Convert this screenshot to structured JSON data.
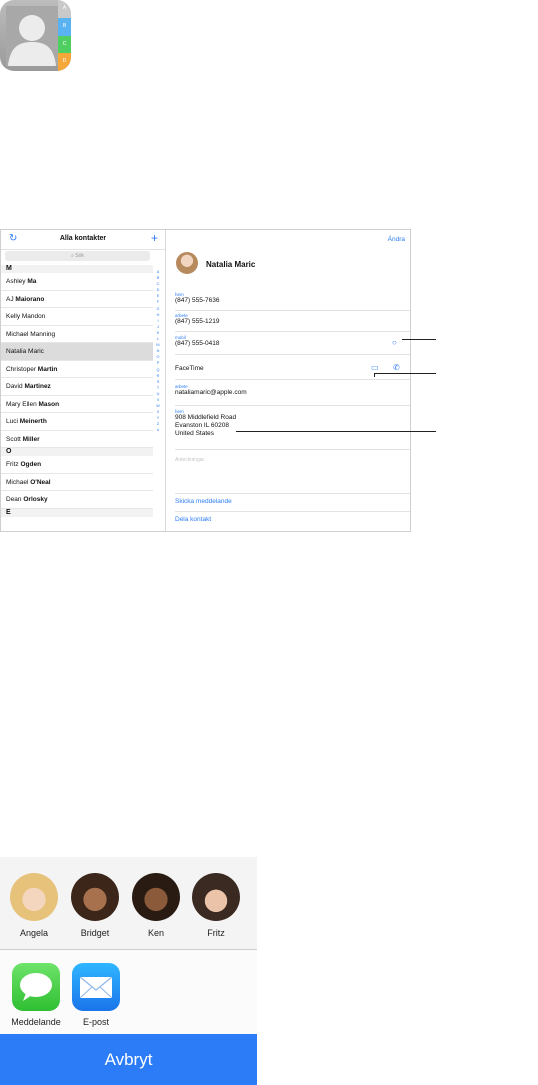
{
  "icon": {
    "tabs": [
      "A",
      "B",
      "C",
      "D"
    ],
    "tab_colors": [
      "#c9c9c9",
      "#59b2f2",
      "#4fcf62",
      "#f6a73a"
    ]
  },
  "list": {
    "title": "Alla kontakter",
    "search_placeholder": "Sök",
    "rows": [
      {
        "type": "header",
        "text": "M"
      },
      {
        "first": "Ashley ",
        "last": "Ma"
      },
      {
        "first": "AJ ",
        "last": "Maiorano"
      },
      {
        "first": "Kelly Mandon",
        "last": ""
      },
      {
        "first": "Michael Manning",
        "last": ""
      },
      {
        "first": "Natalia Maric",
        "last": "",
        "selected": true
      },
      {
        "first": "Christoper ",
        "last": "Martin"
      },
      {
        "first": "David ",
        "last": "Martinez"
      },
      {
        "first": "Mary Ellen ",
        "last": "Mason"
      },
      {
        "first": "Luci ",
        "last": "Meinerth"
      },
      {
        "first": "Scott ",
        "last": "Miller"
      },
      {
        "type": "header",
        "text": "O"
      },
      {
        "first": "Fritz ",
        "last": "Ogden"
      },
      {
        "first": "Michael ",
        "last": "O'Neal"
      },
      {
        "first": "Dean ",
        "last": "Orlosky"
      },
      {
        "type": "header",
        "text": "E"
      }
    ],
    "index_letters": [
      "A",
      "B",
      "C",
      "D",
      "E",
      "F",
      "G",
      "H",
      "I",
      "J",
      "K",
      "L",
      "M",
      "N",
      "O",
      "P",
      "Q",
      "R",
      "S",
      "T",
      "U",
      "V",
      "W",
      "X",
      "Y",
      "Z",
      "#"
    ]
  },
  "detail": {
    "edit_label": "Ändra",
    "name": "Natalia Maric",
    "home_label": "hem",
    "home_phone": "(847) 555-7636",
    "work_label": "arbete",
    "work_phone": "(847) 555-1219",
    "mobile_label": "mobil",
    "mobile_phone": "(847) 555-0418",
    "facetime_label": "FaceTime",
    "email_label": "arbete",
    "email": "nataliamaric@apple.com",
    "address_label": "hem",
    "address_line1": "908 Middlefield Road",
    "address_line2": "Evanston IL 60208",
    "address_line3": "United States",
    "notes_placeholder": "Anteckningar",
    "send_message": "Skicka meddelande",
    "share_contact": "Dela kontakt"
  },
  "share": {
    "people": [
      {
        "name": "Angela"
      },
      {
        "name": "Bridget"
      },
      {
        "name": "Ken"
      },
      {
        "name": "Fritz"
      }
    ],
    "apps": [
      {
        "name": "Meddelande"
      },
      {
        "name": "E-post"
      }
    ],
    "cancel_label": "Avbryt",
    "accent": "#2b7cf6"
  }
}
